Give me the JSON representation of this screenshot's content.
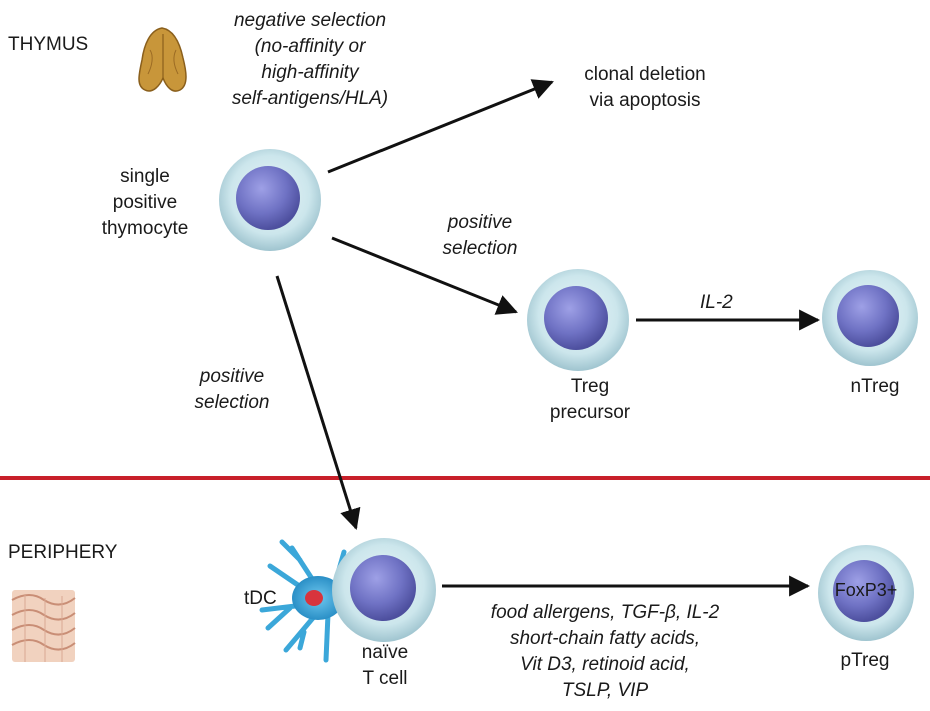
{
  "regions": {
    "thymus": "THYMUS",
    "periphery": "PERIPHERY"
  },
  "cells": {
    "thymocyte": {
      "label_1": "single",
      "label_2": "positive",
      "label_3": "thymocyte"
    },
    "treg_precursor": {
      "label_1": "Treg",
      "label_2": "precursor"
    },
    "ntreg": {
      "label": "nTreg"
    },
    "naive_tcell": {
      "label_1": "naïve",
      "label_2": "T cell"
    },
    "ptreg": {
      "label": "pTreg",
      "marker": "FoxP3+"
    },
    "tdc": {
      "label": "tDC"
    }
  },
  "annotations": {
    "negative_selection": [
      "negative selection",
      "(no-affinity or",
      "high-affinity",
      "self-antigens/HLA)"
    ],
    "clonal_deletion": [
      "clonal deletion",
      "via apoptosis"
    ],
    "positive_selection_upper": [
      "positive",
      "selection"
    ],
    "positive_selection_lower": [
      "positive",
      "selection"
    ],
    "il2": "IL-2",
    "periphery_factors": [
      "food allergens, TGF-β, IL-2",
      "short-chain fatty acids,",
      "Vit D3, retinoid acid,",
      "TSLP, VIP"
    ]
  },
  "colors": {
    "divider": "#c8202a",
    "cell_outer": "#c9e6ec",
    "cell_nucleus": "#6f72c4",
    "dc_body": "#3ba7d9",
    "dc_nucleus": "#d8343d",
    "arrow": "#111111"
  }
}
